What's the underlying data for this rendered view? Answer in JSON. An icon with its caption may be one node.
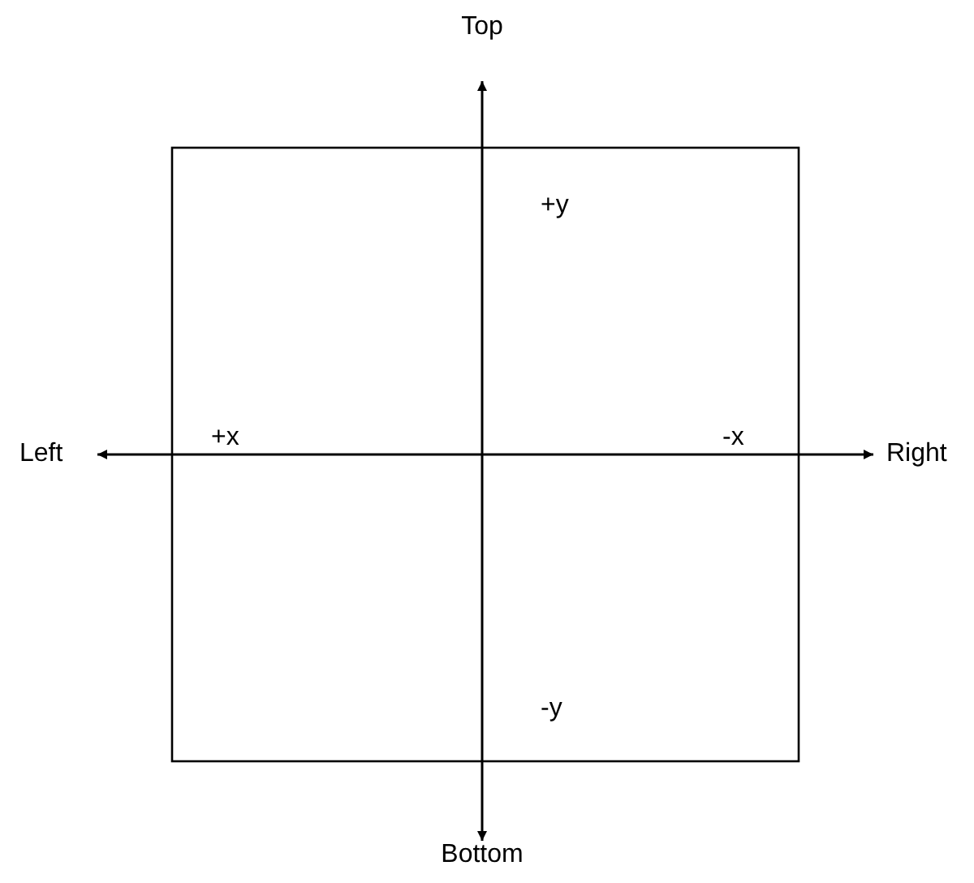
{
  "diagram": {
    "labels": [
      "Top",
      "+y",
      "Left",
      "+x",
      "-x",
      "Right",
      "-y",
      "Bottom"
    ]
  }
}
